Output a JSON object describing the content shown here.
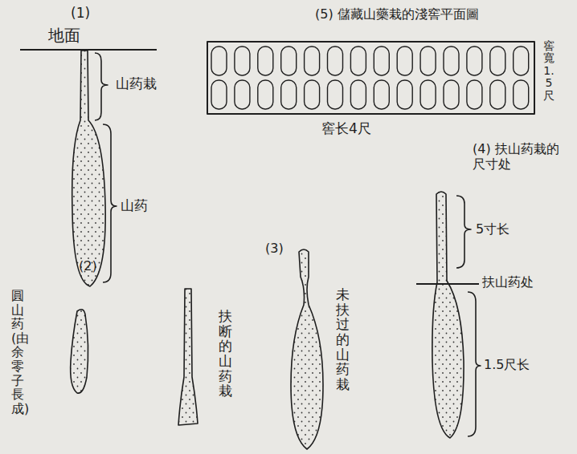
{
  "diagram": {
    "labels": [
      "(1)",
      "地面",
      "山药栽",
      "山药",
      "(5) 儲藏山藥栽的淺窖平面圖",
      "窖寬1.5尺",
      "窖长4尺",
      "(4) 扶山药栽的尺寸处",
      "(2)",
      "圓山药(由余零子長成)",
      "扶断的山药栽",
      "(3)",
      "未扶过的山药栽",
      "5寸长",
      "扶山药处",
      "1.5尺长"
    ]
  }
}
